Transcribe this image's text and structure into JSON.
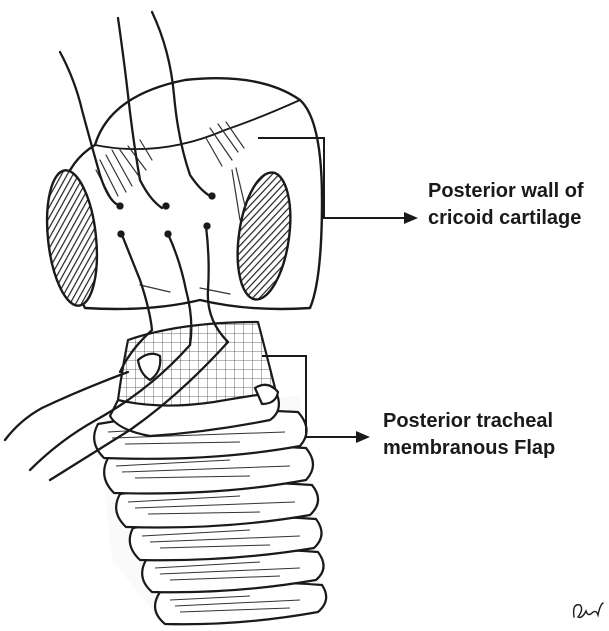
{
  "labels": {
    "cricoid": {
      "line1": "Posterior wall of",
      "line2": "cricoid cartilage"
    },
    "tracheal": {
      "line1": "Posterior tracheal",
      "line2": "membranous Flap"
    }
  },
  "artist_signature": "Dr.V",
  "colors": {
    "ink": "#1a1a1a",
    "background": "#ffffff"
  }
}
